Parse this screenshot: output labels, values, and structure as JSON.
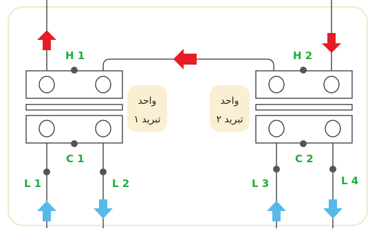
{
  "colors": {
    "hot_arrow": "#e81c24",
    "cold_arrow": "#56b9ea",
    "label_green": "#1fae3a",
    "unit_box": "#fbefd3",
    "sensor_dot": "#555555",
    "border": "#e6efc8"
  },
  "labels": {
    "h1": "H 1",
    "h2": "H 2",
    "c1": "C 1",
    "c2": "C 2",
    "l1": "L 1",
    "l2": "L 2",
    "l3": "L 3",
    "l4": "L 4"
  },
  "units": {
    "unit1": {
      "line1": "واحد",
      "line2": "تبرید ۱"
    },
    "unit2": {
      "line1": "واحد",
      "line2": "تبرید ۲"
    }
  },
  "icons": {
    "hot_out_left": "arrow-up-red",
    "hot_in_right": "arrow-down-red",
    "hot_transfer": "arrow-left-red",
    "cold_in_l1": "arrow-up-blue",
    "cold_out_l2": "arrow-down-blue",
    "cold_in_l3": "arrow-up-blue",
    "cold_out_l4": "arrow-down-blue"
  }
}
